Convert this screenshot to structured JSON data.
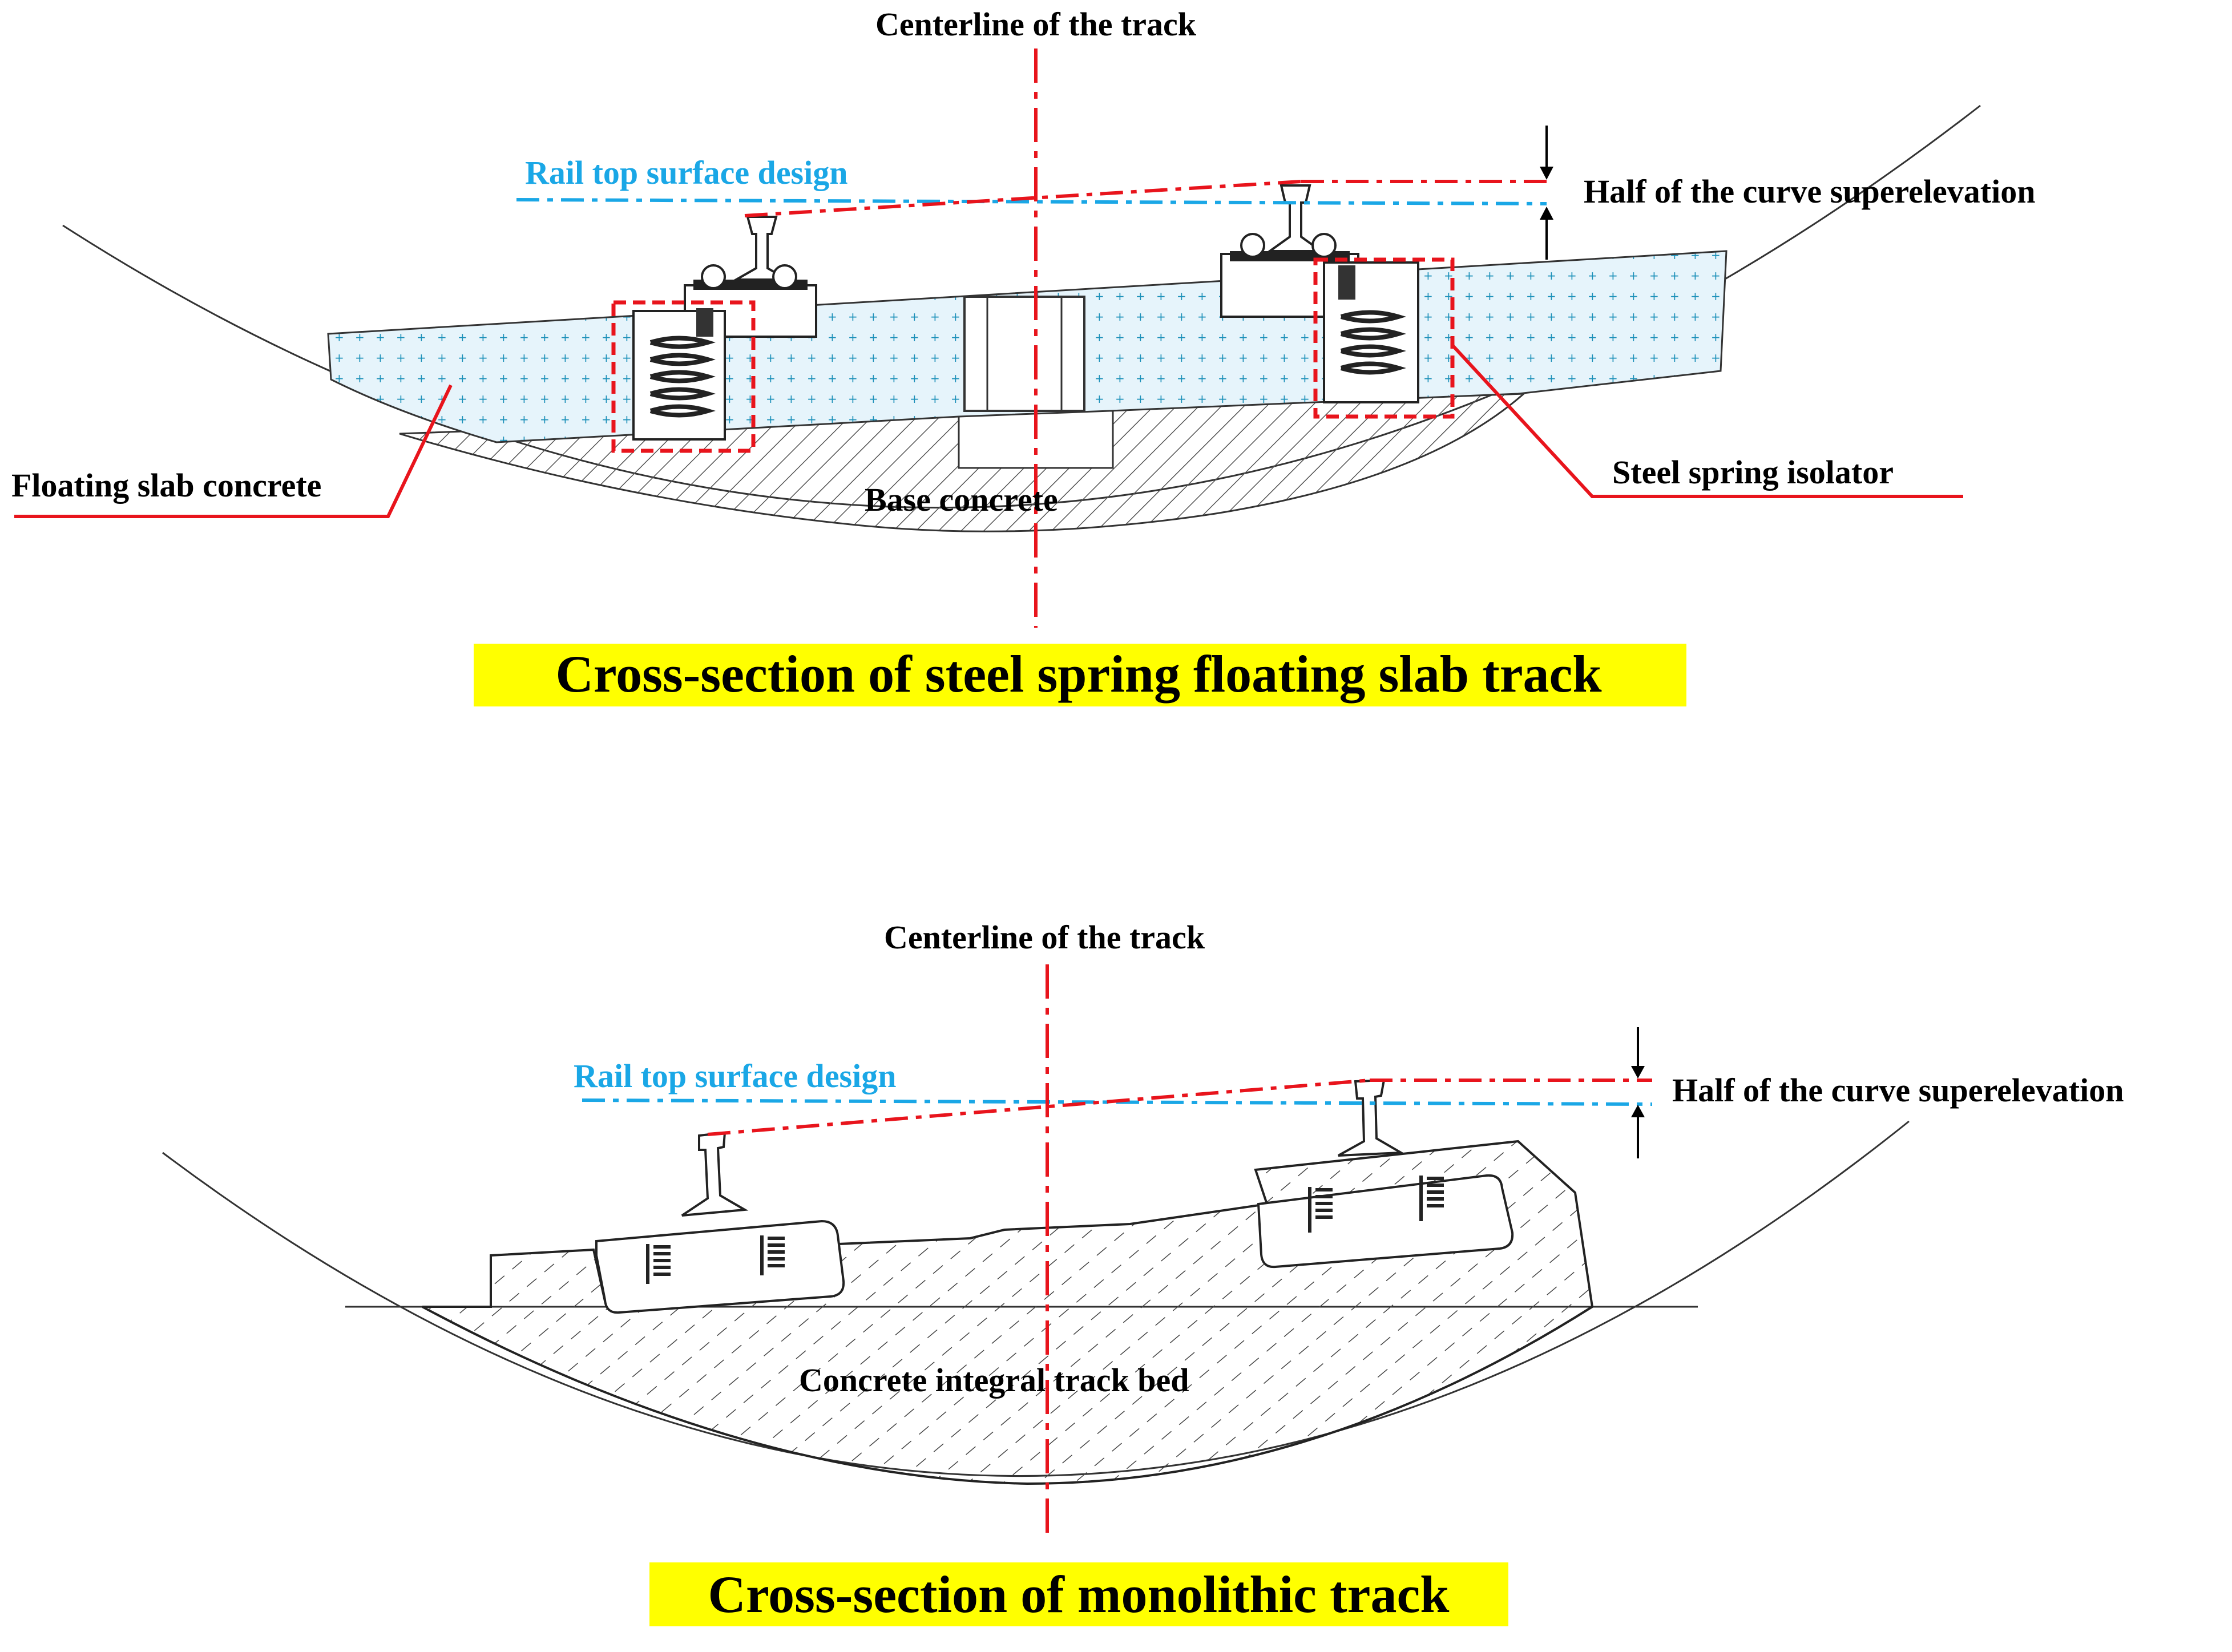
{
  "top_panel": {
    "centerline_label": "Centerline of the track",
    "rail_top_label": "Rail top surface design",
    "superelevation_label": "Half of the curve superelevation",
    "floating_slab_label": "Floating slab concrete",
    "steel_spring_label": "Steel spring isolator",
    "base_concrete_label": "Base concrete",
    "caption": "Cross-section of steel spring floating slab track"
  },
  "bottom_panel": {
    "centerline_label": "Centerline of the track",
    "rail_top_label": "Rail top surface design",
    "superelevation_label": "Half of the curve superelevation",
    "track_bed_label": "Concrete integral track bed",
    "caption": "Cross-section of monolithic track"
  },
  "colors": {
    "centerline": "#e8141c",
    "rail_top_design": "#1aa7e6",
    "caption_highlight": "#ffff00",
    "slab_fill": "#e6f4fb",
    "slab_dot": "#1a8fb8",
    "callout": "#e8141c"
  }
}
